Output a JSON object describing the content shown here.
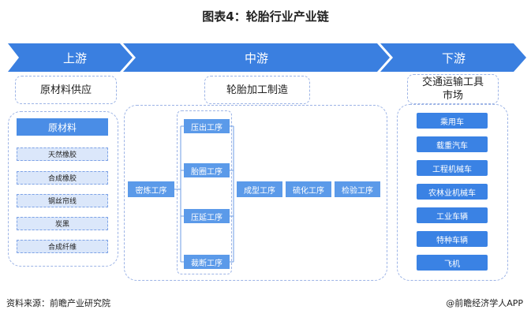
{
  "title": "图表4：轮胎行业产业链",
  "stages": [
    "上游",
    "中游",
    "下游"
  ],
  "upstream": {
    "header": "原材料供应",
    "group_title": "原材料",
    "items": [
      "天然橡胶",
      "合成橡胶",
      "钢丝帘线",
      "炭黑",
      "合成纤维"
    ]
  },
  "midstream": {
    "header": "轮胎加工制造",
    "first_step": "密炼工序",
    "parallel_steps": [
      "压出工序",
      "胎圈工序",
      "压延工序",
      "裁断工序"
    ],
    "final_steps": [
      "成型工序",
      "硫化工序",
      "检验工序"
    ]
  },
  "downstream": {
    "header": "交通运输工具\n市场",
    "items": [
      "乘用车",
      "载重汽车",
      "工程机械车",
      "农林业机械车",
      "工业车辆",
      "特种车辆",
      "飞机"
    ]
  },
  "footer": {
    "source": "资料来源：前瞻产业研究院",
    "brand": "@前瞻经济学人APP"
  },
  "colors": {
    "arrow": "#3a7fe0",
    "material_head": "#4a8de6",
    "material_item": "#dbe7fa",
    "process": "#5b9ae9",
    "market": "#3a82e4",
    "dashed_border": "#9db4e6"
  }
}
